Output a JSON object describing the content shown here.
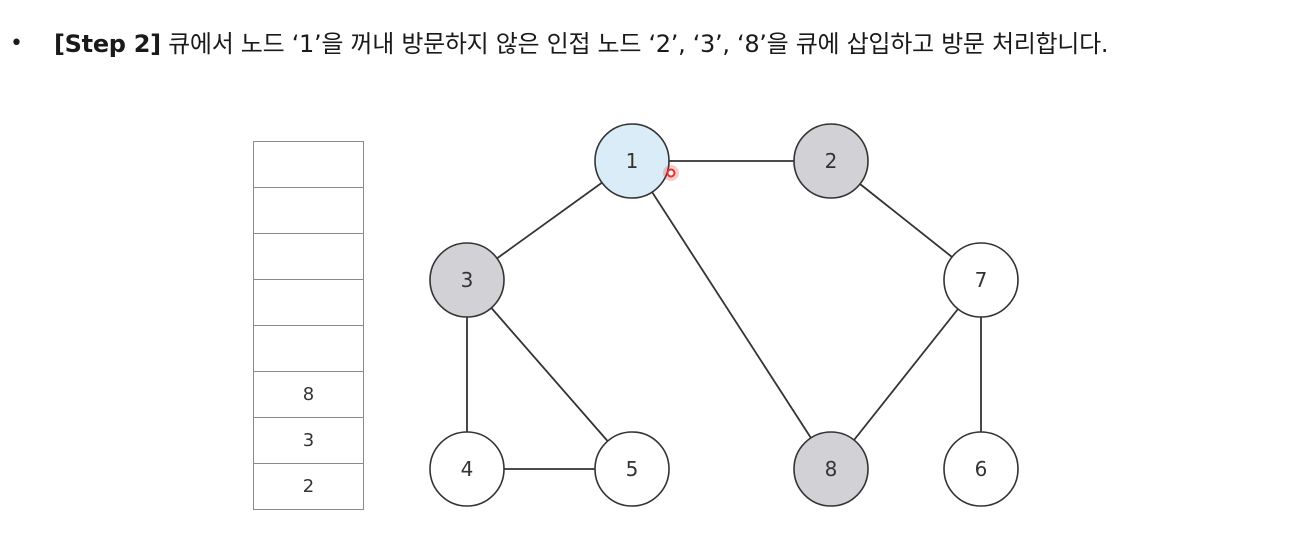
{
  "caption": {
    "bullet": "•",
    "step_label": "[Step 2]",
    "text": " 큐에서 노드 ‘1’을 꺼내 방문하지 않은 인접 노드 ‘2’, ‘3’, ‘8’을 큐에 삽입하고 방문 처리합니다."
  },
  "queue": {
    "cells": [
      "",
      "",
      "",
      "",
      "",
      "8",
      "3",
      "2"
    ]
  },
  "colors": {
    "current": "#d9ecf8",
    "visited": "#d2d2d6",
    "unvisited": "#ffffff",
    "stroke": "#333333",
    "pointer": "#e83030"
  },
  "graph": {
    "nodes": [
      {
        "id": "1",
        "label": "1",
        "state": "current"
      },
      {
        "id": "2",
        "label": "2",
        "state": "visited"
      },
      {
        "id": "3",
        "label": "3",
        "state": "visited"
      },
      {
        "id": "4",
        "label": "4",
        "state": "unvisited"
      },
      {
        "id": "5",
        "label": "5",
        "state": "unvisited"
      },
      {
        "id": "6",
        "label": "6",
        "state": "unvisited"
      },
      {
        "id": "7",
        "label": "7",
        "state": "unvisited"
      },
      {
        "id": "8",
        "label": "8",
        "state": "visited"
      }
    ],
    "edges": [
      [
        "1",
        "2"
      ],
      [
        "1",
        "3"
      ],
      [
        "1",
        "8"
      ],
      [
        "2",
        "7"
      ],
      [
        "3",
        "4"
      ],
      [
        "3",
        "5"
      ],
      [
        "4",
        "5"
      ],
      [
        "7",
        "8"
      ],
      [
        "7",
        "6"
      ]
    ]
  }
}
